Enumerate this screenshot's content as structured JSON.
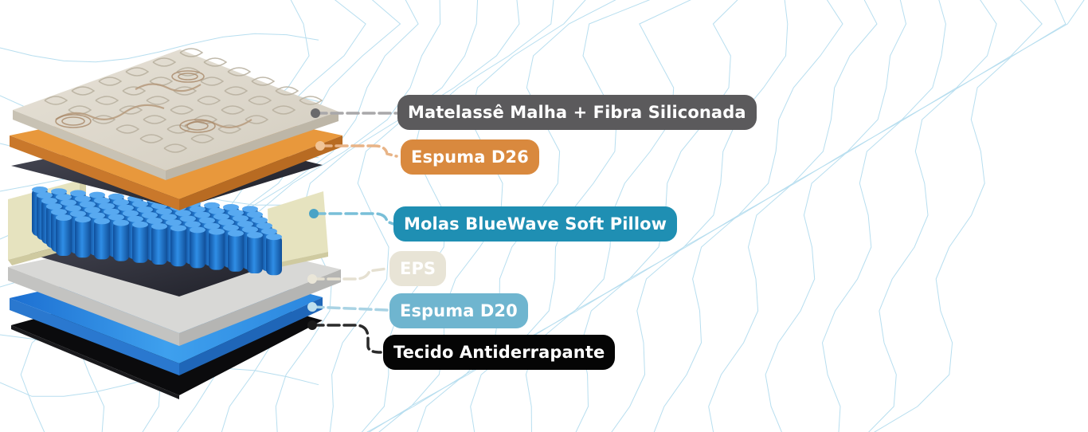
{
  "colors": {
    "contour_line": "#9fd3ea",
    "label_matelasse": "#5b5a5c",
    "label_espuma_d26": "#d9893e",
    "label_molas": "#1f8fb3",
    "label_eps": "#e8e4d6",
    "label_espuma_d20": "#6fb5cf",
    "label_tecido": "#050505"
  },
  "layers": [
    {
      "label": "Matelassê Malha + Fibra Siliconada",
      "color": "#5b5a5c",
      "icon": "quilted-top-layer"
    },
    {
      "label": "Espuma D26",
      "color": "#d9893e",
      "icon": "orange-foam-layer"
    },
    {
      "label": "Molas BlueWave Soft Pillow",
      "color": "#1f8fb3",
      "icon": "pocket-springs-layer"
    },
    {
      "label": "EPS",
      "color": "#e8e4d6",
      "icon": "eps-layer"
    },
    {
      "label": "Espuma D20",
      "color": "#6fb5cf",
      "icon": "blue-foam-layer"
    },
    {
      "label": "Tecido Antiderrapante",
      "color": "#050505",
      "icon": "non-slip-fabric-layer"
    }
  ]
}
